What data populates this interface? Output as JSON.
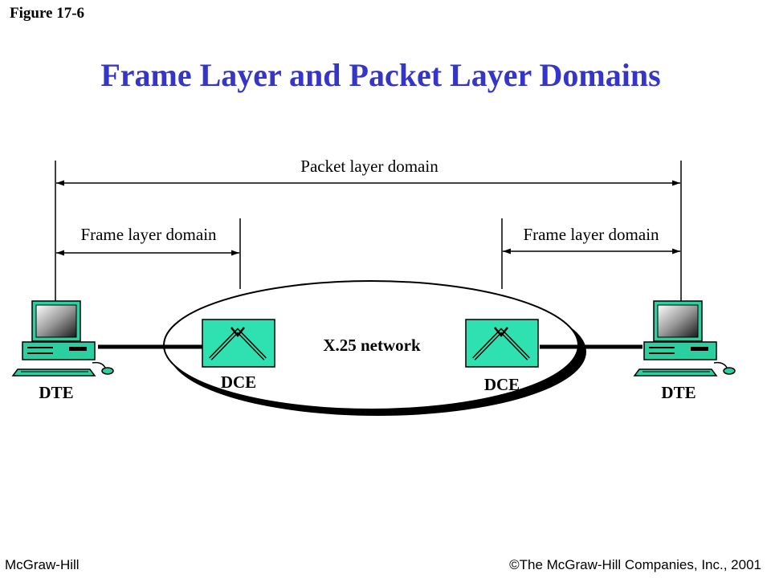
{
  "figure_label": "Figure 17-6",
  "title": "Frame Layer and Packet Layer Domains",
  "colors": {
    "title": "#3535c8",
    "dce_fill": "#2fe0b0",
    "line": "#000000"
  },
  "diagram": {
    "packet_domain_label": "Packet layer domain",
    "frame_domain_left_label": "Frame layer domain",
    "frame_domain_right_label": "Frame layer domain",
    "network_label": "X.25 network",
    "dce_left_label": "DCE",
    "dce_right_label": "DCE",
    "dte_left_label": "DTE",
    "dte_right_label": "DTE"
  },
  "footer": {
    "left": "McGraw-Hill",
    "right": "©The McGraw-Hill Companies, Inc., 2001"
  }
}
